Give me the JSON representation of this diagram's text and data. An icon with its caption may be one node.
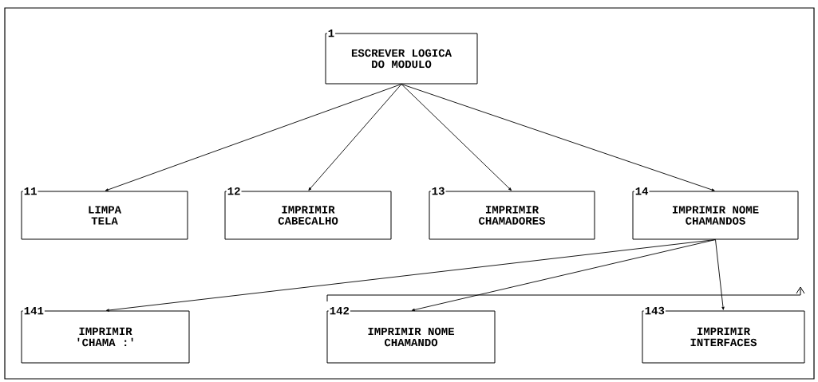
{
  "diagram": {
    "nodes": [
      {
        "text": [
          "1",
          "ESCREVER LOGICA DO MODULO"
        ]
      },
      {
        "text": [
          "11",
          "LIMPA TELA"
        ]
      },
      {
        "text": [
          "12",
          "IMPRIMIR CABECALHO"
        ]
      },
      {
        "text": [
          "13",
          "IMPRIMIR CHAMADORES"
        ]
      },
      {
        "text": [
          "14",
          "IMPRIMIR NOME CHAMANDOS"
        ]
      },
      {
        "text": [
          "141",
          "IMPRIMIR 'CHAMA :'"
        ]
      },
      {
        "text": [
          "142",
          "IMPRIMIR NOME CHAMANDO"
        ]
      },
      {
        "text": [
          "143",
          "IMPRIMIR INTERFACES"
        ]
      }
    ],
    "edges": [
      {
        "from": 0,
        "to": 1,
        "arrow": "to"
      },
      {
        "from": 0,
        "to": 2,
        "arrow": "to"
      },
      {
        "from": 0,
        "to": 3,
        "arrow": "to"
      },
      {
        "from": 0,
        "to": 4,
        "arrow": "to"
      },
      {
        "from": 4,
        "to": 5,
        "arrow": "to"
      },
      {
        "from": 4,
        "to": 6,
        "arrow": "to"
      },
      {
        "from": 4,
        "to": 7,
        "arrow": "to"
      }
    ]
  }
}
